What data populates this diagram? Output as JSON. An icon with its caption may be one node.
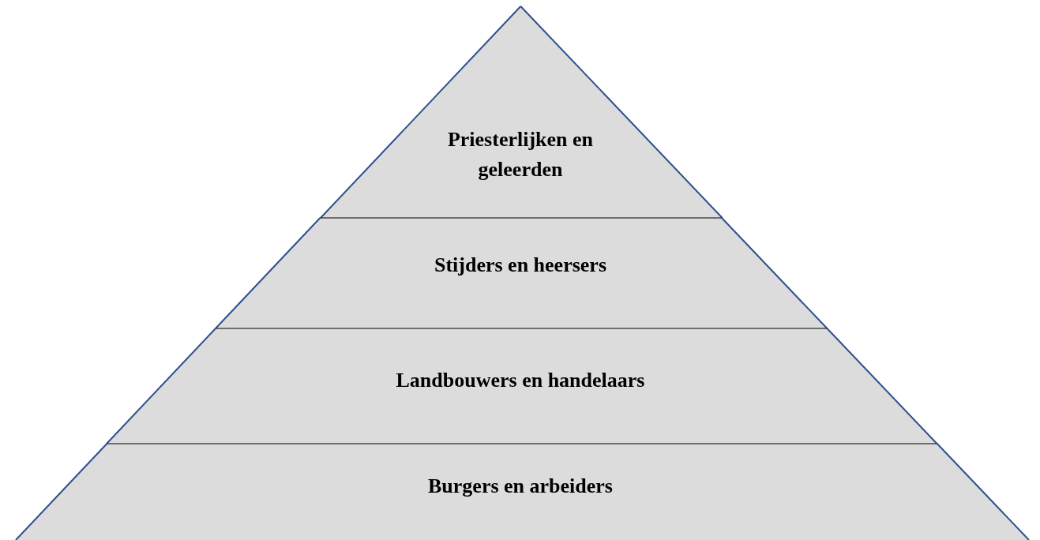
{
  "diagram": {
    "nodes": [
      {
        "text": [
          "Priesterlijken en geleerden"
        ]
      },
      {
        "text": [
          "Stijders en heersers"
        ]
      },
      {
        "text": [
          "Landbouwers en handelaars"
        ]
      },
      {
        "text": [
          "Burgers en arbeiders"
        ]
      }
    ]
  }
}
